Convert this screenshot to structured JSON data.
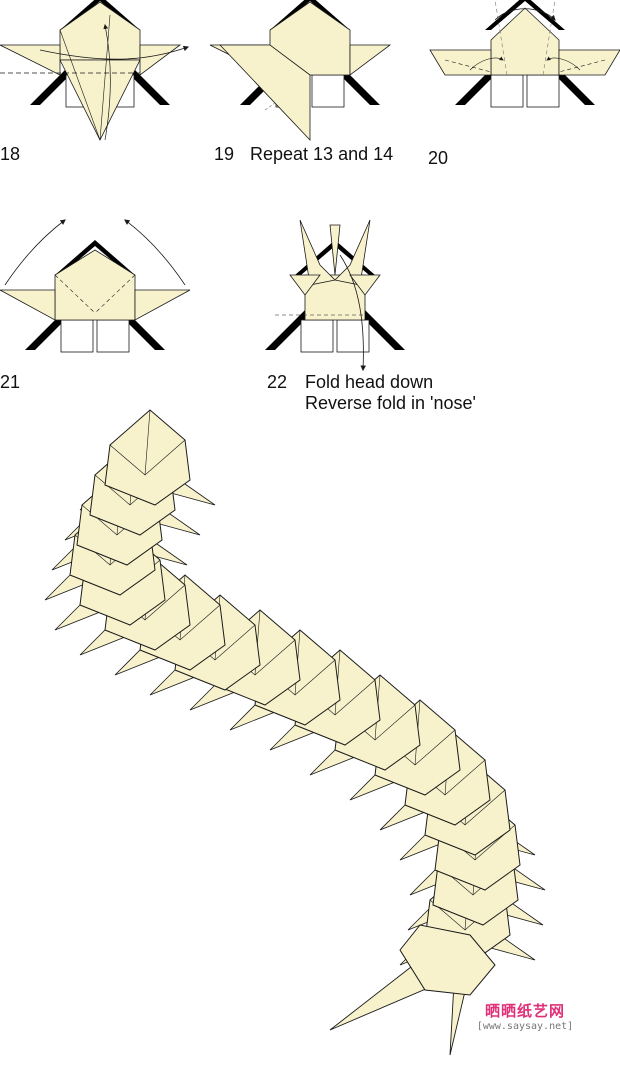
{
  "colors": {
    "paper": "#f7f2cc",
    "line": "#1a1a1a",
    "black_edge": "#000000",
    "white_paper": "#ffffff"
  },
  "steps": [
    {
      "number": "18",
      "caption": ""
    },
    {
      "number": "19",
      "caption": "Repeat 13 and 14"
    },
    {
      "number": "20",
      "caption": ""
    },
    {
      "number": "21",
      "caption": ""
    },
    {
      "number": "22",
      "caption": "Fold head down",
      "caption2": "Reverse fold in 'nose'"
    }
  ],
  "watermark": {
    "logo": "晒晒纸艺网",
    "url": "[www.saysay.net]"
  }
}
